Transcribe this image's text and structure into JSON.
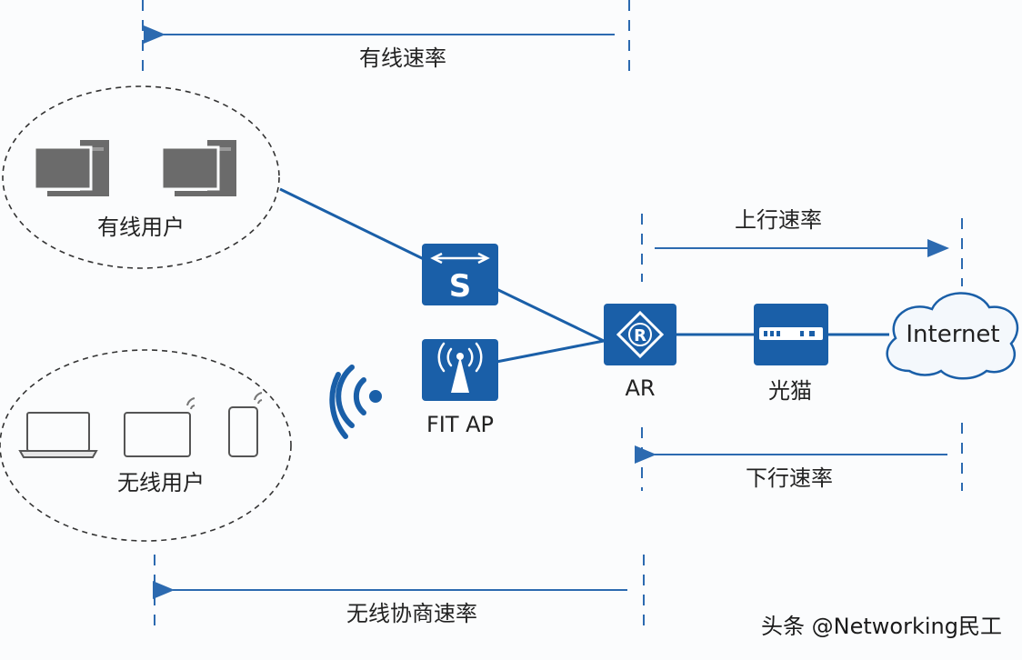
{
  "labels": {
    "wired_rate": "有线速率",
    "wired_users": "有线用户",
    "wireless_users": "无线用户",
    "fit_ap": "FIT AP",
    "ar": "AR",
    "modem": "光猫",
    "internet": "Internet",
    "upstream_rate": "上行速率",
    "downstream_rate": "下行速率",
    "wireless_negotiated_rate": "无线协商速率",
    "switch_glyph": "S",
    "router_glyph": "R"
  },
  "watermark": "头条 @Networking民工",
  "colors": {
    "primary_blue": "#1a5fa8",
    "device_gray": "#6b6b6b",
    "line_blue": "#2c6ab0"
  },
  "icons": {
    "pc": "desktop-pc-icon",
    "laptop": "laptop-icon",
    "tablet": "tablet-icon",
    "phone": "smartphone-icon",
    "switch": "switch-icon",
    "ap": "wireless-ap-icon",
    "router": "router-icon",
    "modem": "optical-modem-icon",
    "cloud": "cloud-icon",
    "wifi": "wifi-signal-icon"
  }
}
